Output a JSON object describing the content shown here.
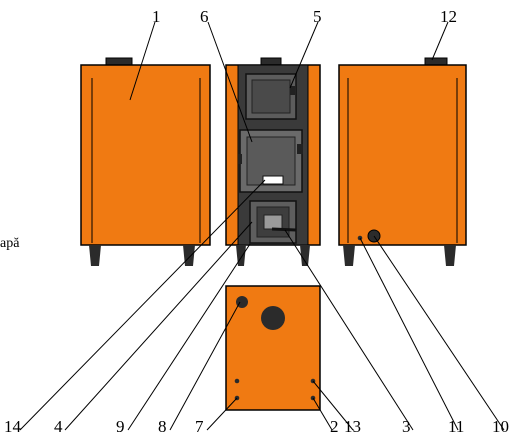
{
  "side_text": "apă",
  "colors": {
    "body": "#f07a12",
    "door": "#5a5a5a",
    "dark": "#2b2b2b",
    "line": "#000000"
  },
  "callouts": [
    "1",
    "6",
    "5",
    "12",
    "14",
    "4",
    "9",
    "8",
    "7",
    "2",
    "13",
    "3",
    "11",
    "10"
  ]
}
